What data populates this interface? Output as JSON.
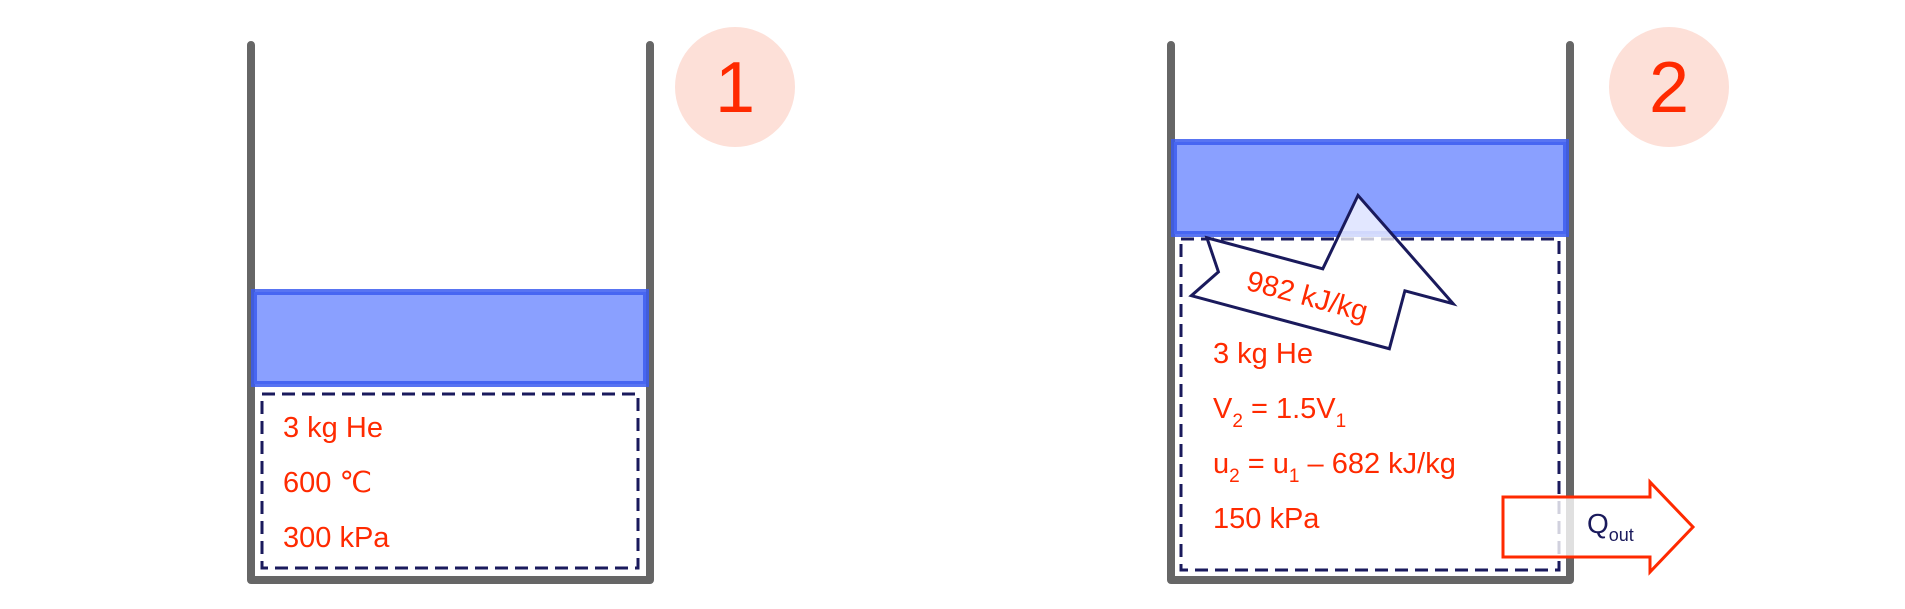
{
  "state1": {
    "number": "1",
    "lines": [
      "3 kg He",
      "600 ℃",
      "300 kPa"
    ]
  },
  "state2": {
    "number": "2",
    "mass": "3 kg He",
    "volume": {
      "a": "V",
      "a_sub": "2",
      "b": " = 1.5V",
      "b_sub": "1"
    },
    "energy": {
      "a": "u",
      "a_sub": "2",
      "b": " = u",
      "b_sub": "1",
      "c": " – 682 kJ/kg"
    },
    "pressure": "150 kPa",
    "work_label": "982 kJ/kg",
    "heat": {
      "main": "Q",
      "sub": "out"
    }
  },
  "colors": {
    "wall": "#666666",
    "piston_fill": "#8aa0ff",
    "piston_edge": "#3b5cf0",
    "text_red": "#ff2a00",
    "circle": "#fde0d8",
    "boundary": "#1a1a5c"
  }
}
